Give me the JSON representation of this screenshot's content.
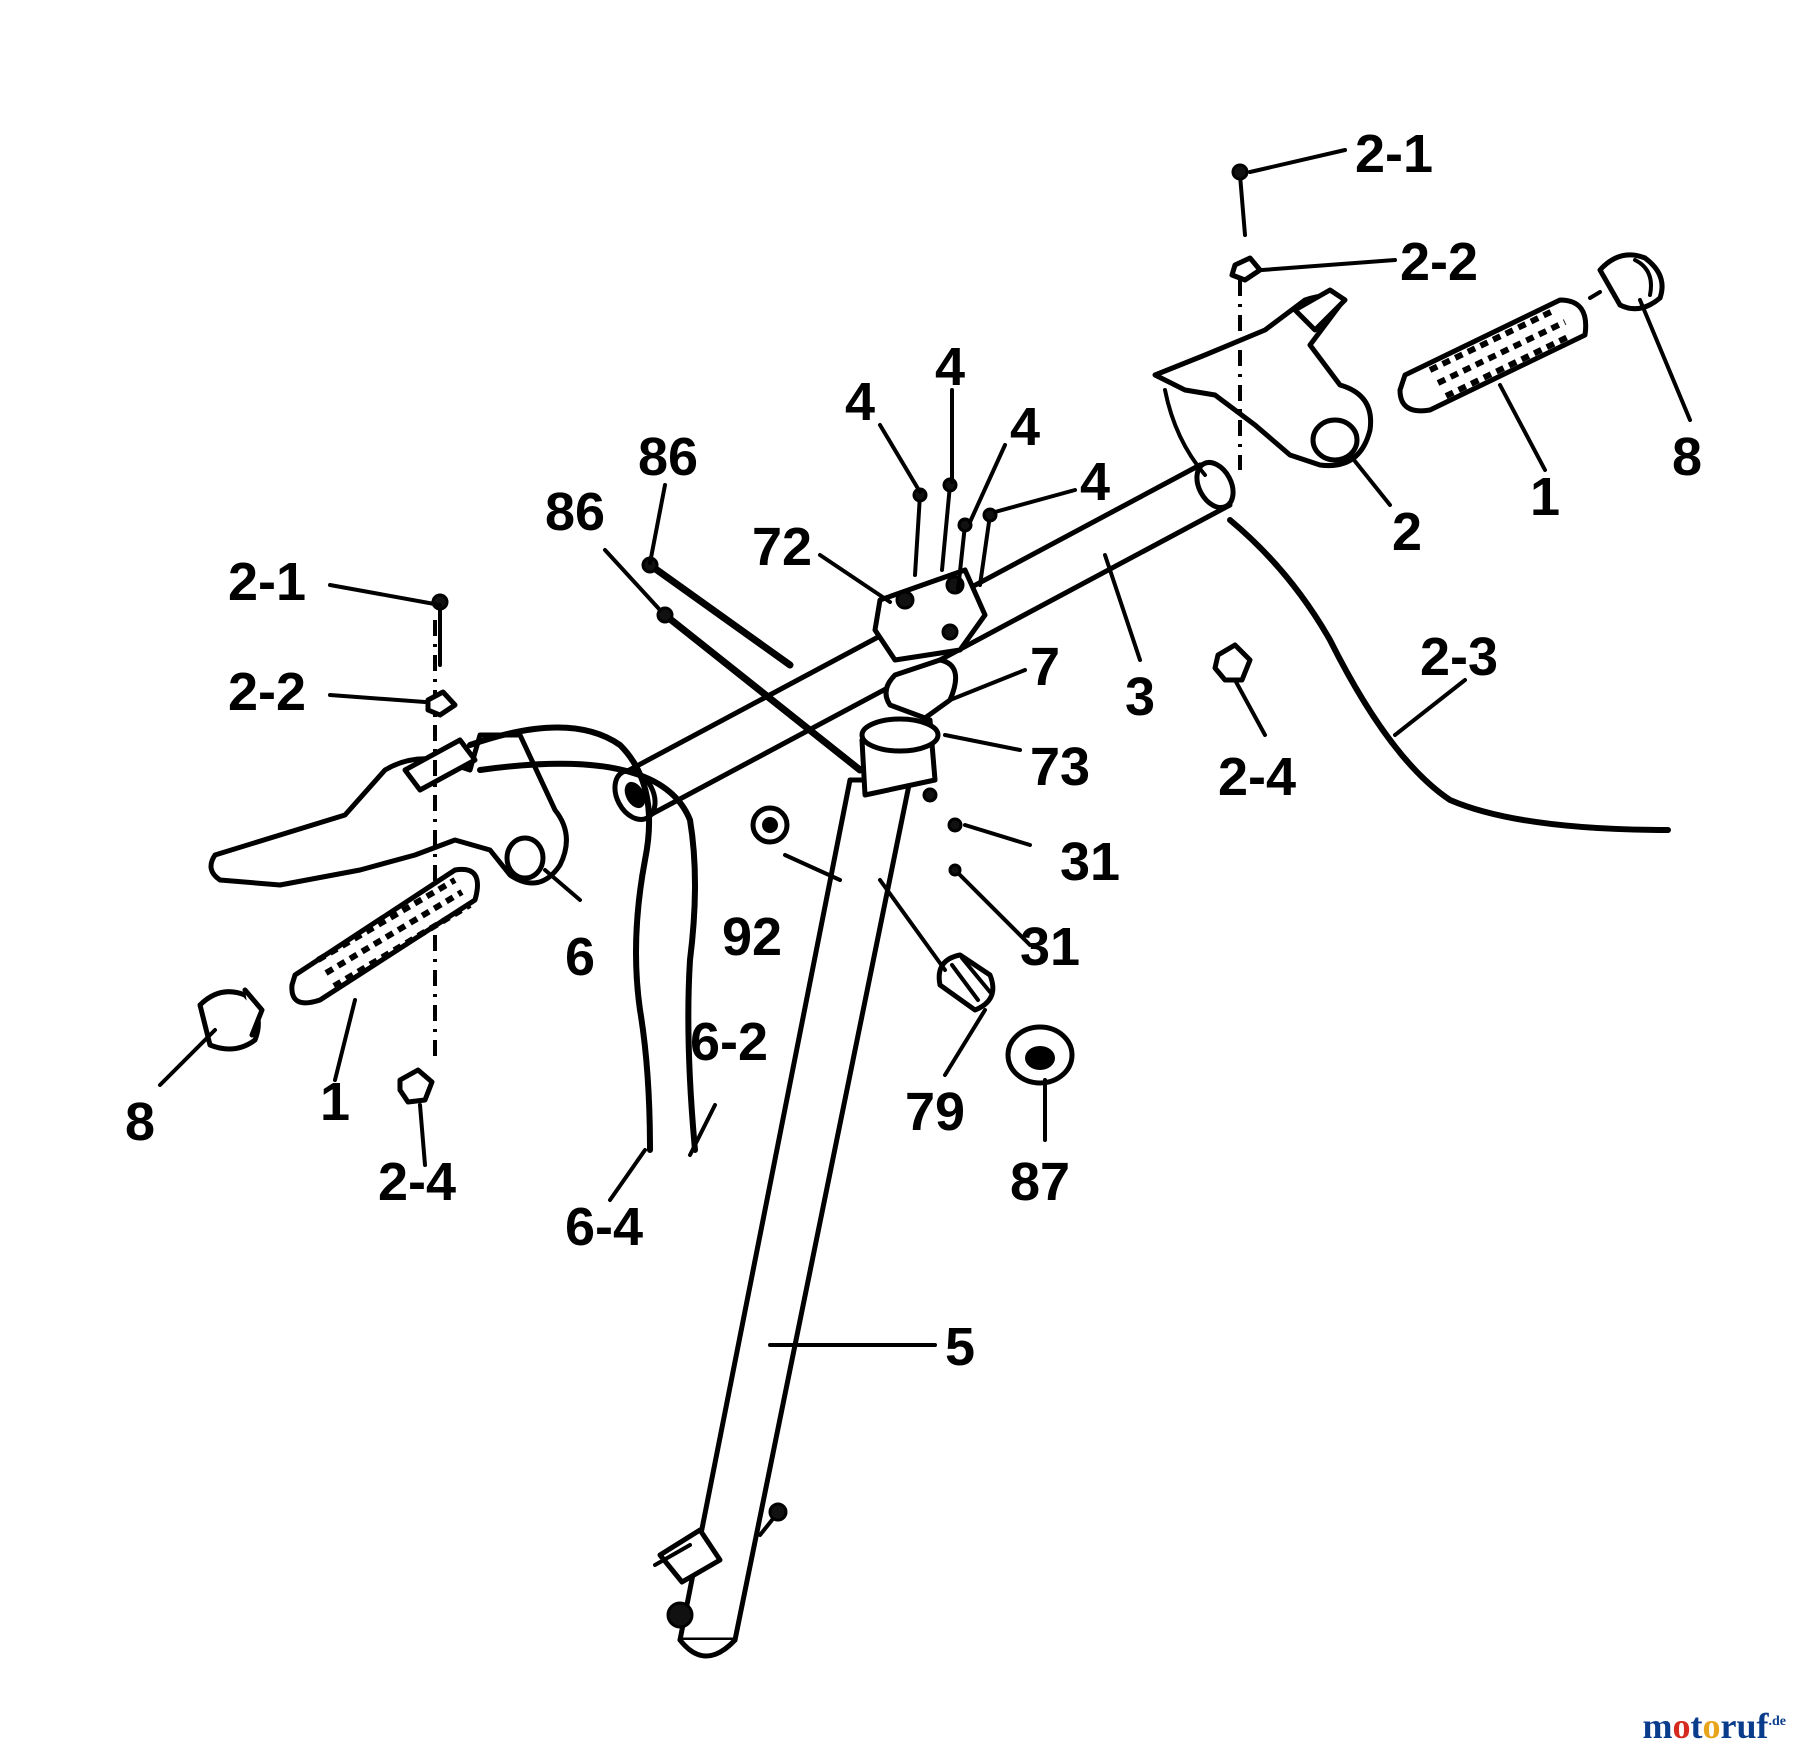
{
  "labels": {
    "l_2_1_right": "2-1",
    "l_2_2_right": "2-2",
    "l_8_right": "8",
    "l_1_right": "1",
    "l_2_right": "2",
    "l_4_a": "4",
    "l_4_b": "4",
    "l_4_c": "4",
    "l_4_d": "4",
    "l_86_a": "86",
    "l_86_b": "86",
    "l_72": "72",
    "l_3": "3",
    "l_7": "7",
    "l_73": "73",
    "l_2_3": "2-3",
    "l_2_4_right": "2-4",
    "l_2_1_left": "2-1",
    "l_2_2_left": "2-2",
    "l_6": "6",
    "l_31_a": "31",
    "l_31_b": "31",
    "l_92": "92",
    "l_6_2": "6-2",
    "l_8_left": "8",
    "l_1_left": "1",
    "l_2_4_left": "2-4",
    "l_79": "79",
    "l_87": "87",
    "l_6_4": "6-4",
    "l_5": "5"
  },
  "watermark": {
    "m": "m",
    "o1": "o",
    "t": "t",
    "o2": "o",
    "ruf": "ruf",
    "tld": ".de"
  },
  "icons": [
    "grip-icon",
    "end-cap-icon",
    "lever-icon",
    "bolt-icon",
    "nut-icon"
  ]
}
